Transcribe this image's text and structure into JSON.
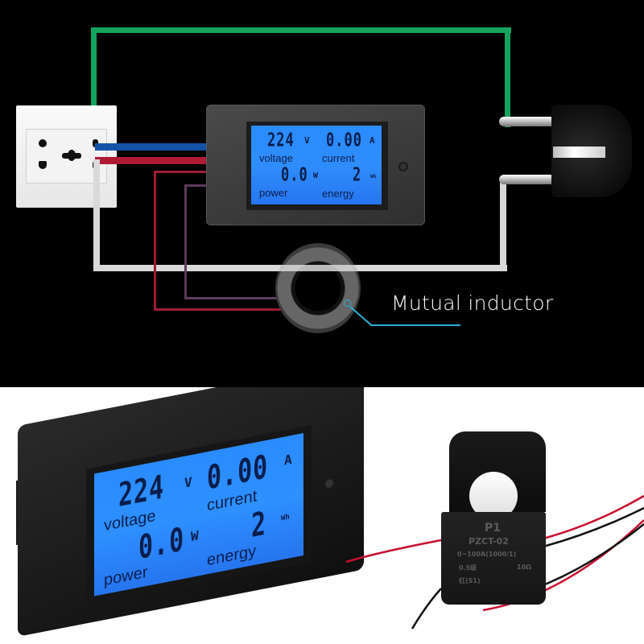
{
  "diagram": {
    "callout": {
      "label": "Mutual inductor"
    },
    "wire_colors": {
      "ground": "#12a35d",
      "neutral_blue": "#1553a8",
      "live_red": "#b01a35",
      "load_grey": "#d9d9d9",
      "ct_red": "#9c1b34",
      "ct_purple": "#5b3a5c",
      "callout": "#2bb0d6"
    },
    "meter": {
      "voltage_value": "224",
      "voltage_unit": "V",
      "voltage_label": "voltage",
      "current_value": "0.00",
      "current_unit": "A",
      "current_label": "current",
      "power_value": "0.0",
      "power_unit": "W",
      "power_label": "power",
      "energy_value": "2",
      "energy_unit": "Wh",
      "energy_label": "energy"
    }
  },
  "product_photo": {
    "meter": {
      "voltage_value": "224",
      "voltage_unit": "V",
      "voltage_label": "voltage",
      "current_value": "0.00",
      "current_unit": "A",
      "current_label": "current",
      "power_value": "0.0",
      "power_unit": "W",
      "power_label": "power",
      "energy_value": "2",
      "energy_unit": "Wh",
      "energy_label": "energy"
    },
    "current_transformer": {
      "line1": "P1",
      "line2": "PZCT-02",
      "line3": "0~100A(1000/1)",
      "line4_left": "0.5级",
      "line4_right": "10Ω",
      "line5": "红(S1)"
    }
  },
  "colors": {
    "lcd_blue": "#2f8dfb",
    "lcd_text": "#0b1d4d",
    "top_background": "#000000",
    "bottom_background": "#ffffff"
  }
}
